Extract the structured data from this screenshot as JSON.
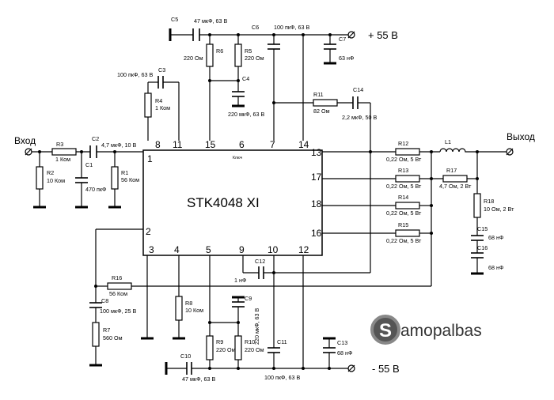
{
  "terminals": {
    "input": "Вход",
    "output": "Выход",
    "vplus": "+ 55 В",
    "vminus": "- 55 В"
  },
  "ic": {
    "name": "STK4048 XI",
    "mark": "Ключ",
    "pins": {
      "p1": "1",
      "p2": "2",
      "p3": "3",
      "p4": "4",
      "p5": "5",
      "p6": "6",
      "p7": "7",
      "p8": "8",
      "p9": "9",
      "p10": "10",
      "p11": "11",
      "p12": "12",
      "p13": "13",
      "p14": "14",
      "p15": "15",
      "p16": "16",
      "p17": "17",
      "p18": "18"
    }
  },
  "components": {
    "R1": {
      "ref": "R1",
      "val": "56 Ком"
    },
    "R2": {
      "ref": "R2",
      "val": "10 Ком"
    },
    "R3": {
      "ref": "R3",
      "val": "1 Ком"
    },
    "R4": {
      "ref": "R4",
      "val": "1 Ком"
    },
    "R5": {
      "ref": "R5",
      "val": "220 Ом"
    },
    "R6": {
      "ref": "R6",
      "val": "220 Ом"
    },
    "R7": {
      "ref": "R7",
      "val": "560 Ом"
    },
    "R8": {
      "ref": "R8",
      "val": "10 Ком"
    },
    "R9": {
      "ref": "R9",
      "val": "220 Ом"
    },
    "R10": {
      "ref": "R10",
      "val": "220 Ом"
    },
    "R11": {
      "ref": "R11",
      "val": "82 Ом"
    },
    "R12": {
      "ref": "R12",
      "val": "0,22 Ом, 5 Вт"
    },
    "R13": {
      "ref": "R13",
      "val": "0,22 Ом, 5 Вт"
    },
    "R14": {
      "ref": "R14",
      "val": "0,22 Ом, 5 Вт"
    },
    "R15": {
      "ref": "R15",
      "val": "0,22 Ом, 5 Вт"
    },
    "R16": {
      "ref": "R16",
      "val": "56 Ком"
    },
    "R17": {
      "ref": "R17",
      "val": "4,7 Ом, 2 Вт"
    },
    "R18": {
      "ref": "R18",
      "val": "10 Ом, 2 Вт"
    },
    "C1": {
      "ref": "C1",
      "val": "470 пкФ"
    },
    "C2": {
      "ref": "C2",
      "val": "4,7 мкФ, 10 В"
    },
    "C3": {
      "ref": "C3",
      "val": "100 пкФ, 63 В"
    },
    "C4": {
      "ref": "C4",
      "val": "220 мкФ, 63 В"
    },
    "C5": {
      "ref": "C5",
      "val": "47 мкФ, 63 В"
    },
    "C6": {
      "ref": "C6",
      "val": "100 пкФ, 63 В"
    },
    "C7": {
      "ref": "C7",
      "val": "63 нФ"
    },
    "C8": {
      "ref": "C8",
      "val": "100 мкФ, 25 В"
    },
    "C9": {
      "ref": "C9",
      "val": "220 мкФ, 63 В"
    },
    "C10": {
      "ref": "C10",
      "val": "47 мкФ, 63 В"
    },
    "C11": {
      "ref": "C11",
      "val": "100 пкФ, 63 В"
    },
    "C12": {
      "ref": "C12",
      "val": "1 нФ"
    },
    "C13": {
      "ref": "C13",
      "val": "68 нФ"
    },
    "C14": {
      "ref": "C14",
      "val": "2,2 мкФ, 50 В"
    },
    "C15": {
      "ref": "C15",
      "val": "68 нФ"
    },
    "C16": {
      "ref": "C16",
      "val": "68 нФ"
    },
    "L1": {
      "ref": "L1",
      "val": ""
    }
  },
  "logo": {
    "letter": "S",
    "text": "amopalbas"
  },
  "colors": {
    "ink": "#000000",
    "logo_ring": "#888888",
    "logo_fill": "#555555",
    "logo_text": "#333333"
  }
}
